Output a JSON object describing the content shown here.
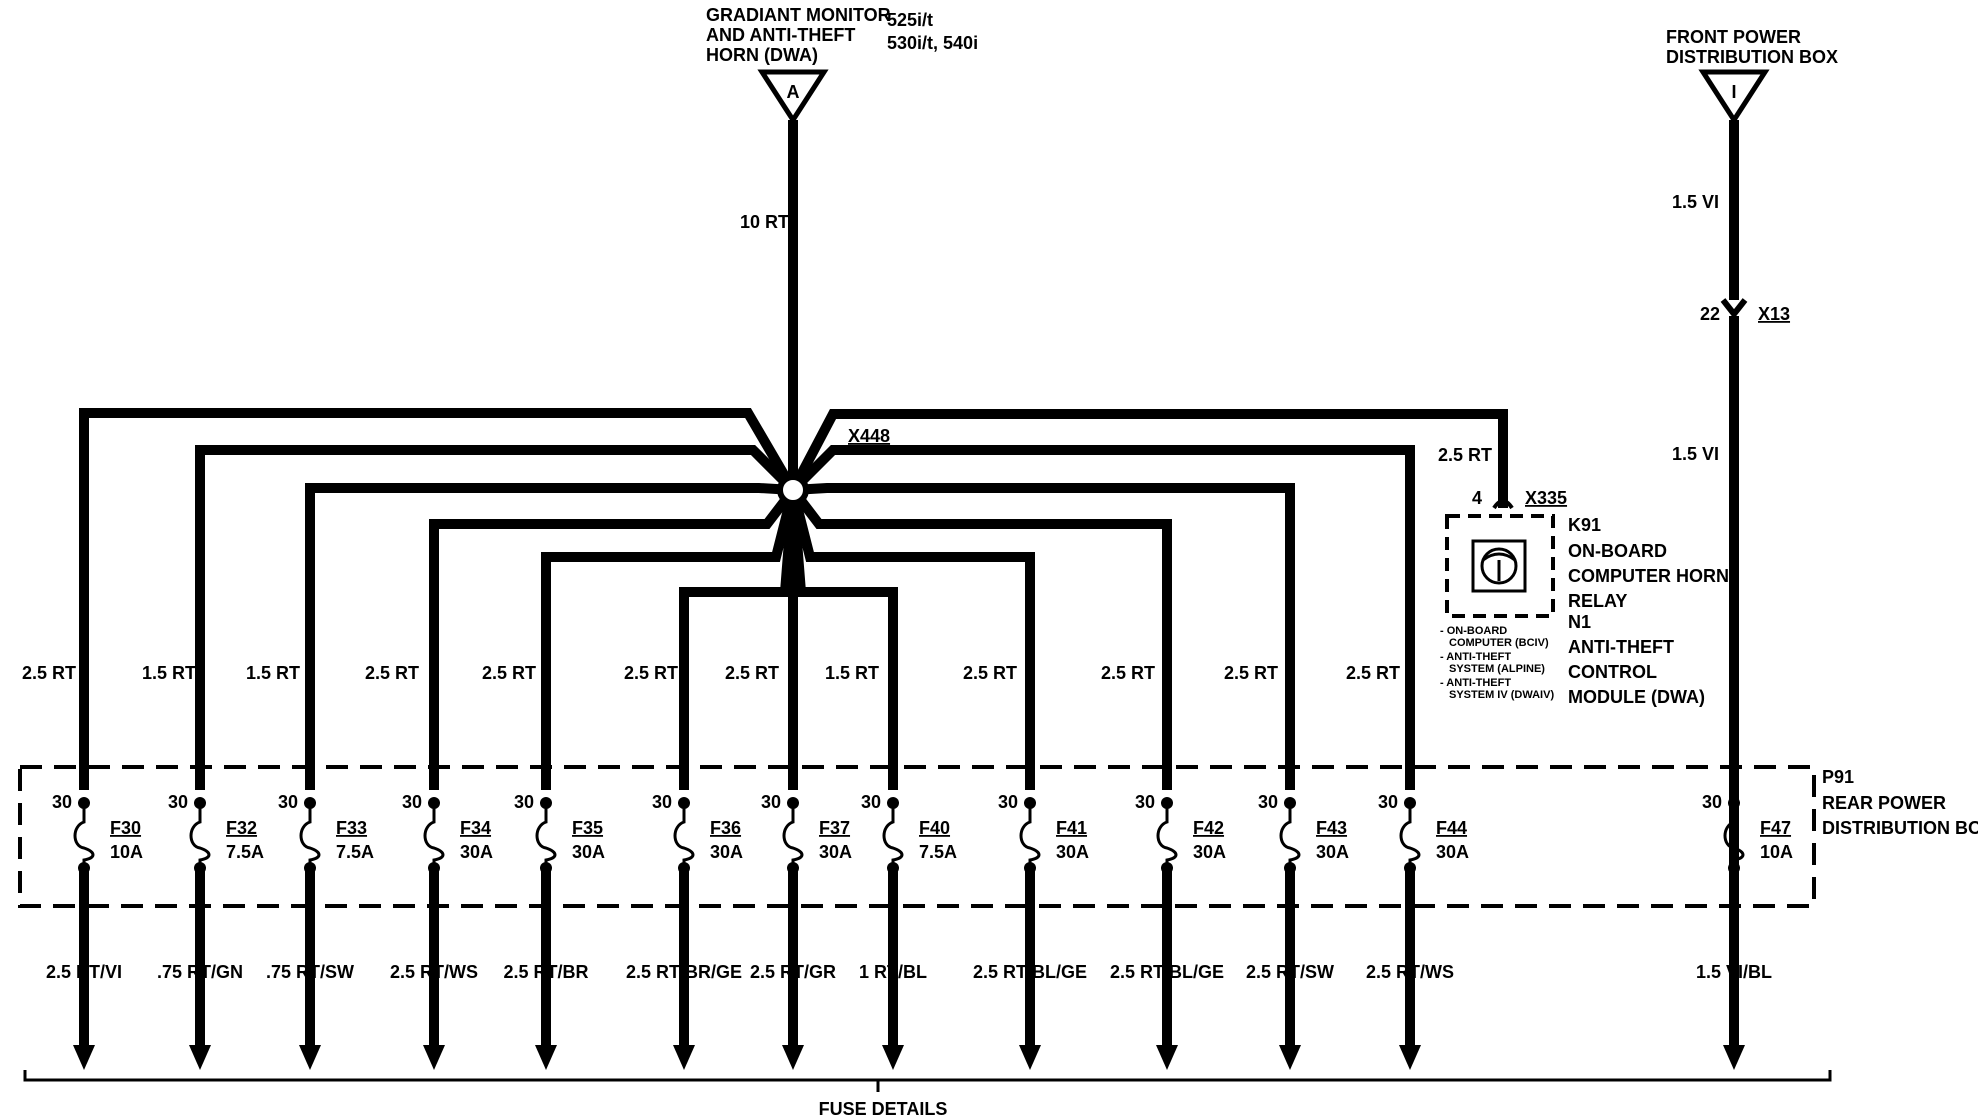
{
  "connector_a": {
    "letter": "A",
    "title_lines": [
      "GRADIANT MONITOR",
      "AND ANTI-THEFT",
      "HORN (DWA)"
    ],
    "models_lines": [
      "525i/t",
      "530i/t, 540i"
    ]
  },
  "connector_i": {
    "letter": "I",
    "title_lines": [
      "FRONT POWER",
      "DISTRIBUTION BOX"
    ]
  },
  "main_feed_wire": "10 RT",
  "splice": "X448",
  "front_wire_top": "1.5 VI",
  "front_wire_bottom": "1.5 VI",
  "x13": {
    "pin": "22",
    "name": "X13"
  },
  "relay_wire": "2.5 RT",
  "x335": {
    "pin": "4",
    "name": "X335"
  },
  "relay_lines": [
    "K91",
    "ON-BOARD",
    "COMPUTER HORN",
    "RELAY",
    "N1",
    "ANTI-THEFT",
    "CONTROL",
    "MODULE (DWA)"
  ],
  "relay_notes": [
    "- ON-BOARD",
    "COMPUTER (BCIV)",
    "- ANTI-THEFT",
    "SYSTEM (ALPINE)",
    "- ANTI-THEFT",
    "SYSTEM IV (DWAIV)"
  ],
  "fuse_box": {
    "id": "P91",
    "lines": [
      "REAR POWER",
      "DISTRIBUTION BOX"
    ]
  },
  "fuse_pin": "30",
  "fuses": [
    {
      "name": "F30",
      "rating": "10A",
      "in_wire": "2.5 RT",
      "out_wire": "2.5 RT/VI"
    },
    {
      "name": "F32",
      "rating": "7.5A",
      "in_wire": "1.5 RT",
      "out_wire": ".75 RT/GN"
    },
    {
      "name": "F33",
      "rating": "7.5A",
      "in_wire": "1.5 RT",
      "out_wire": ".75 RT/SW"
    },
    {
      "name": "F34",
      "rating": "30A",
      "in_wire": "2.5 RT",
      "out_wire": "2.5 RT/WS"
    },
    {
      "name": "F35",
      "rating": "30A",
      "in_wire": "2.5 RT",
      "out_wire": "2.5 RT/BR"
    },
    {
      "name": "F36",
      "rating": "30A",
      "in_wire": "2.5 RT",
      "out_wire": "2.5 RT/BR/GE"
    },
    {
      "name": "F37",
      "rating": "30A",
      "in_wire": "2.5 RT",
      "out_wire": "2.5 RT/GR"
    },
    {
      "name": "F40",
      "rating": "7.5A",
      "in_wire": "1.5 RT",
      "out_wire": "1 RT/BL"
    },
    {
      "name": "F41",
      "rating": "30A",
      "in_wire": "2.5 RT",
      "out_wire": "2.5 RT/BL/GE"
    },
    {
      "name": "F42",
      "rating": "30A",
      "in_wire": "2.5 RT",
      "out_wire": "2.5 RT/BL/GE"
    },
    {
      "name": "F43",
      "rating": "30A",
      "in_wire": "2.5 RT",
      "out_wire": "2.5 RT/SW"
    },
    {
      "name": "F44",
      "rating": "30A",
      "in_wire": "2.5 RT",
      "out_wire": "2.5 RT/WS"
    },
    {
      "name": "F47",
      "rating": "10A",
      "in_wire": "1.5 VI",
      "out_wire": "1.5 VI/BL"
    }
  ],
  "footer": "FUSE DETAILS",
  "colors": {
    "ink": "#000000",
    "paper": "#ffffff"
  }
}
